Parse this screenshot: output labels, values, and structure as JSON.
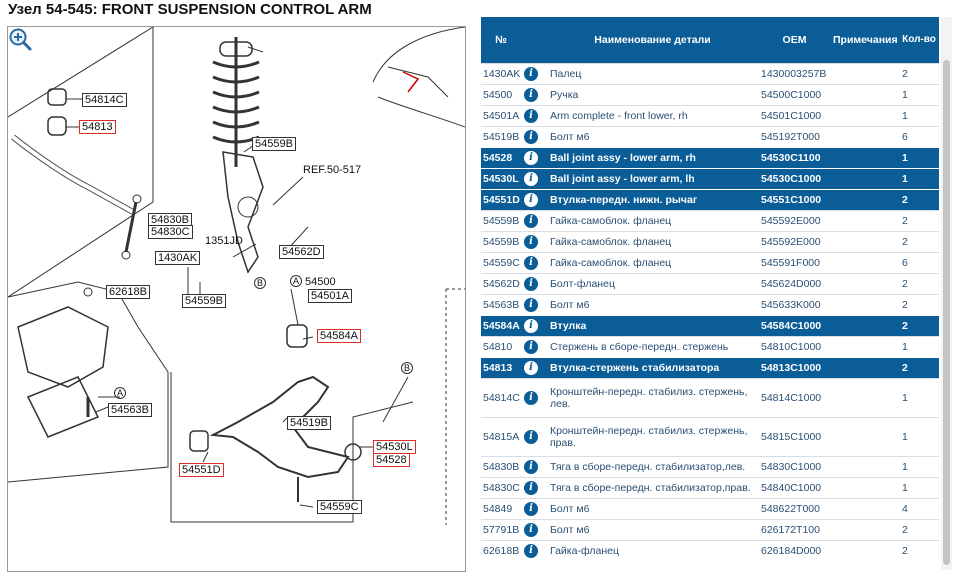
{
  "title": "Узел 54-545: FRONT SUSPENSION CONTROL ARM",
  "diagram": {
    "zoom_icon": "zoom-in-icon",
    "labels": {
      "l54814C": "54814C",
      "l54813": "54813",
      "l54830B": "54830B",
      "l54830C": "54830C",
      "l62618B": "62618B",
      "l54563B": "54563B",
      "l1430AK": "1430AK",
      "l54559B_a": "54559B",
      "l54559B_b": "54559B",
      "l1351JD": "1351JD",
      "l54562D": "54562D",
      "lREF": "REF.50-517",
      "l54500": "54500",
      "l54501A": "54501A",
      "l54584A": "54584A",
      "l54519B": "54519B",
      "l54530L": "54530L",
      "l54528": "54528",
      "l54551D": "54551D",
      "l54559C": "54559C",
      "cA1": "A",
      "cA2": "A",
      "cB1": "B",
      "cB2": "B"
    }
  },
  "table": {
    "headers": [
      "№",
      "",
      "Наименование детали",
      "OEM",
      "Примечания",
      "Кол-во"
    ],
    "rows": [
      {
        "num": "1430AK",
        "name": "Палец",
        "oem": "1430003257B",
        "note": "",
        "qty": "2",
        "hl": false
      },
      {
        "num": "54500",
        "name": "Ручка",
        "oem": "54500C1000",
        "note": "",
        "qty": "1",
        "hl": false
      },
      {
        "num": "54501A",
        "name": "Arm complete - front lower, rh",
        "oem": "54501C1000",
        "note": "",
        "qty": "1",
        "hl": false
      },
      {
        "num": "54519B",
        "name": "Болт м6",
        "oem": "545192T000",
        "note": "",
        "qty": "6",
        "hl": false
      },
      {
        "num": "54528",
        "name": "Ball joint assy - lower arm, rh",
        "oem": "54530C1100",
        "note": "",
        "qty": "1",
        "hl": true
      },
      {
        "num": "54530L",
        "name": "Ball joint assy - lower arm, lh",
        "oem": "54530C1000",
        "note": "",
        "qty": "1",
        "hl": true
      },
      {
        "num": "54551D",
        "name": "Втулка-передн. нижн. рычаг",
        "oem": "54551C1000",
        "note": "",
        "qty": "2",
        "hl": true
      },
      {
        "num": "54559B",
        "name": "Гайка-самоблок. фланец",
        "oem": "545592E000",
        "note": "",
        "qty": "2",
        "hl": false
      },
      {
        "num": "54559B",
        "name": "Гайка-самоблок. фланец",
        "oem": "545592E000",
        "note": "",
        "qty": "2",
        "hl": false
      },
      {
        "num": "54559C",
        "name": "Гайка-самоблок. фланец",
        "oem": "545591F000",
        "note": "",
        "qty": "6",
        "hl": false
      },
      {
        "num": "54562D",
        "name": "Болт-фланец",
        "oem": "545624D000",
        "note": "",
        "qty": "2",
        "hl": false
      },
      {
        "num": "54563B",
        "name": "Болт м6",
        "oem": "545633K000",
        "note": "",
        "qty": "2",
        "hl": false
      },
      {
        "num": "54584A",
        "name": "Втулка",
        "oem": "54584C1000",
        "note": "",
        "qty": "2",
        "hl": true
      },
      {
        "num": "54810",
        "name": "Стержень в сборе-передн. стержень",
        "oem": "54810C1000",
        "note": "",
        "qty": "1",
        "hl": false
      },
      {
        "num": "54813",
        "name": "Втулка-стержень стабилизатора",
        "oem": "54813C1000",
        "note": "",
        "qty": "2",
        "hl": true
      },
      {
        "num": "54814C",
        "name": "Кронштейн-передн. стабилиз. стержень, лев.",
        "oem": "54814C1000",
        "note": "",
        "qty": "1",
        "hl": false,
        "tall": true
      },
      {
        "num": "54815A",
        "name": "Кронштейн-передн. стабилиз. стержень, прав.",
        "oem": "54815C1000",
        "note": "",
        "qty": "1",
        "hl": false,
        "tall": true
      },
      {
        "num": "54830B",
        "name": "Тяга в сборе-передн. стабилизатор,лев.",
        "oem": "54830C1000",
        "note": "",
        "qty": "1",
        "hl": false
      },
      {
        "num": "54830C",
        "name": "Тяга в сборе-передн. стабилизатор,прав.",
        "oem": "54840C1000",
        "note": "",
        "qty": "1",
        "hl": false
      },
      {
        "num": "54849",
        "name": "Болт м6",
        "oem": "548622T000",
        "note": "",
        "qty": "4",
        "hl": false
      },
      {
        "num": "57791B",
        "name": "Болт м6",
        "oem": "626172T100",
        "note": "",
        "qty": "2",
        "hl": false
      },
      {
        "num": "62618B",
        "name": "Гайка-фланец",
        "oem": "626184D000",
        "note": "",
        "qty": "2",
        "hl": false
      }
    ],
    "info_icon": "info-icon"
  },
  "colors": {
    "header_bg": "#0a5d96",
    "highlight": "#0a5d96",
    "callout_red": "#d9302b"
  }
}
